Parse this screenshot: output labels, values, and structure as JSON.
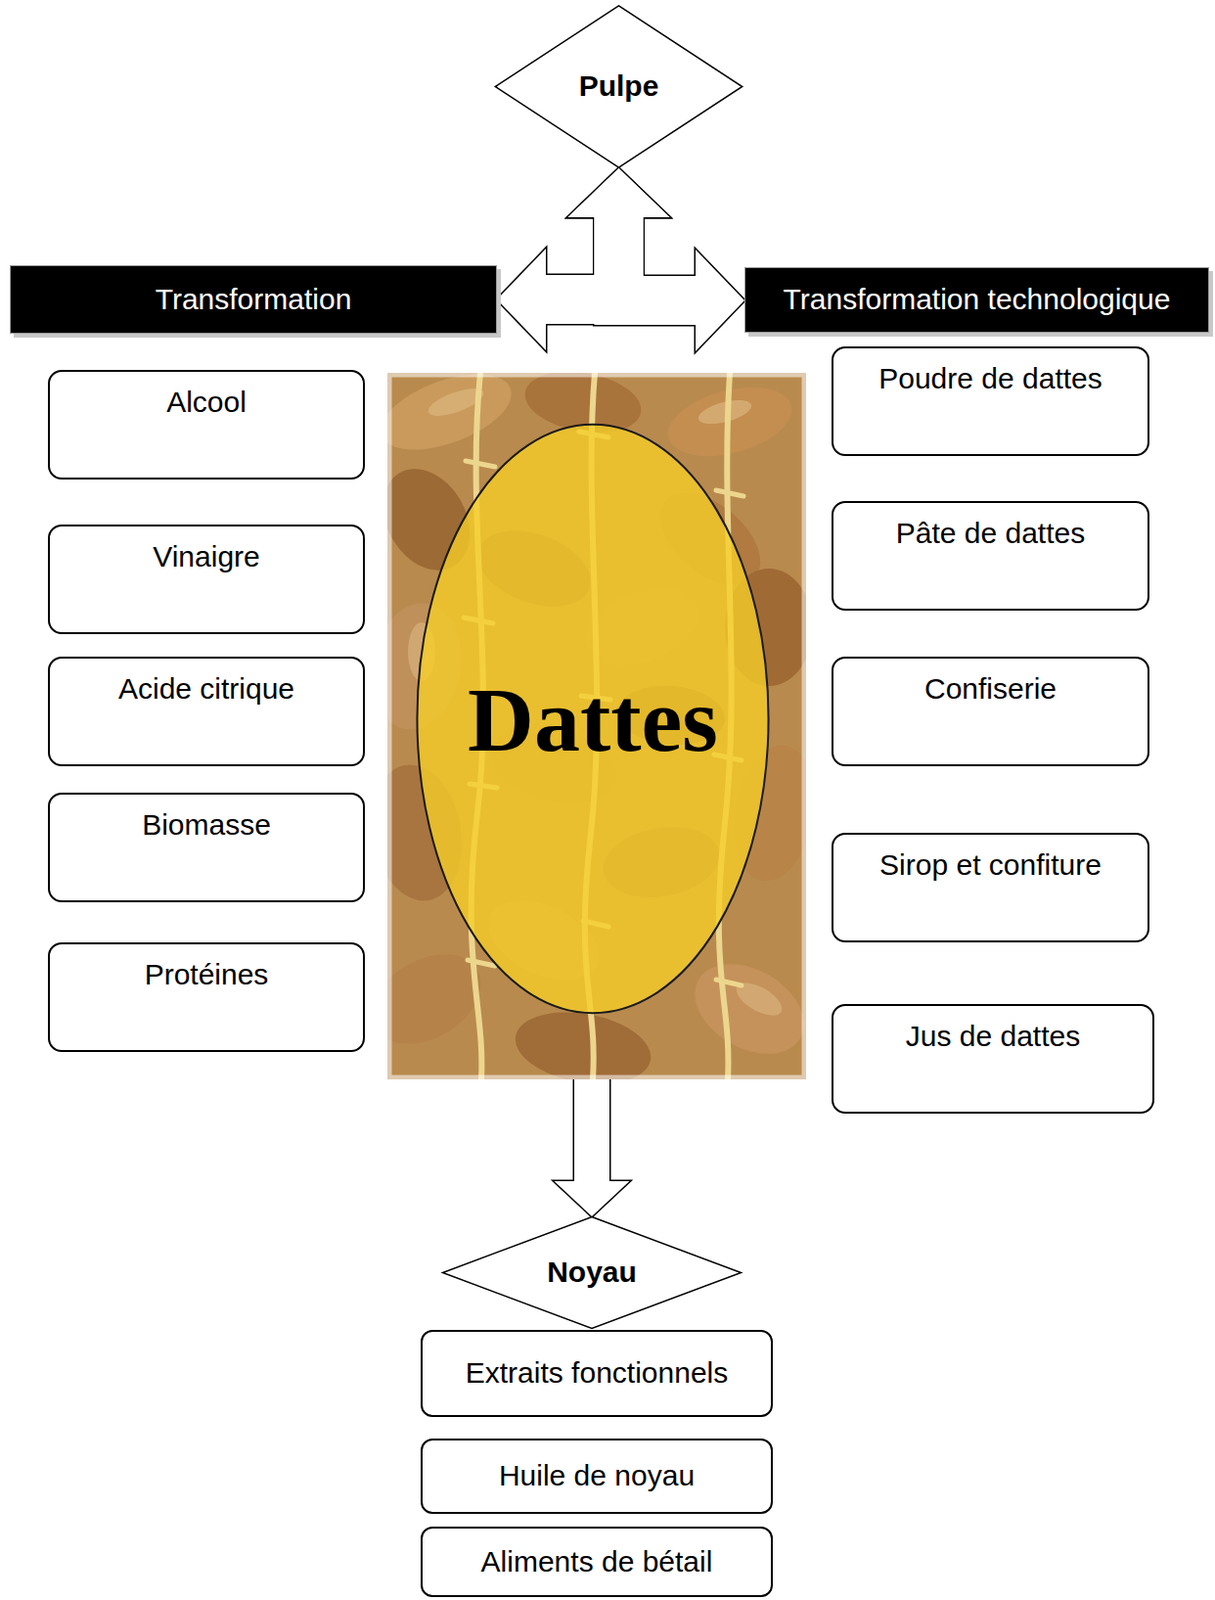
{
  "diagram": {
    "nodes": [
      {
        "text": [
          "Pulpe"
        ]
      },
      {
        "text": [
          "Transformation"
        ]
      },
      {
        "text": [
          "Transformation technologique"
        ]
      },
      {
        "text": [
          "Alcool"
        ]
      },
      {
        "text": [
          "Vinaigre"
        ]
      },
      {
        "text": [
          "Acide citrique"
        ]
      },
      {
        "text": [
          "Biomasse"
        ]
      },
      {
        "text": [
          "Protéines"
        ]
      },
      {
        "text": [
          "Dattes"
        ]
      },
      {
        "text": [
          "Poudre de dattes"
        ]
      },
      {
        "text": [
          "Pâte de dattes"
        ]
      },
      {
        "text": [
          "Confiserie"
        ]
      },
      {
        "text": [
          "Sirop et confiture"
        ]
      },
      {
        "text": [
          "Jus de dattes"
        ]
      },
      {
        "text": [
          "Noyau"
        ]
      },
      {
        "text": [
          "Extraits fonctionnels"
        ]
      },
      {
        "text": [
          "Huile de noyau"
        ]
      },
      {
        "text": [
          "Aliments de bétail"
        ]
      }
    ],
    "edges": [
      {
        "from": 0,
        "to": 1,
        "arrow": "both"
      },
      {
        "from": 0,
        "to": 2,
        "arrow": "both"
      },
      {
        "from": 8,
        "to": 14,
        "arrow": "to"
      }
    ]
  }
}
